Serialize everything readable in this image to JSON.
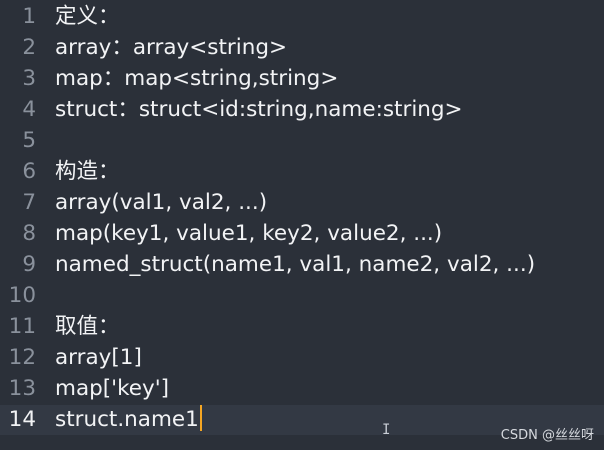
{
  "editor": {
    "lines": [
      {
        "num": "1",
        "text": "定义："
      },
      {
        "num": "2",
        "text": "array：array<string>"
      },
      {
        "num": "3",
        "text": "map：map<string,string>"
      },
      {
        "num": "4",
        "text": "struct：struct<id:string,name:string>"
      },
      {
        "num": "5",
        "text": ""
      },
      {
        "num": "6",
        "text": "构造："
      },
      {
        "num": "7",
        "text": "array(val1, val2, ...)"
      },
      {
        "num": "8",
        "text": "map(key1, value1, key2, value2, ...)"
      },
      {
        "num": "9",
        "text": "named_struct(name1, val1, name2, val2, ...)"
      },
      {
        "num": "10",
        "text": ""
      },
      {
        "num": "11",
        "text": "取值："
      },
      {
        "num": "12",
        "text": "array[1]"
      },
      {
        "num": "13",
        "text": "map['key']"
      },
      {
        "num": "14",
        "text": "struct.name1"
      }
    ],
    "current_line": "14",
    "caret_color": "#f5a623"
  },
  "mouse_cursor": {
    "icon": "text-ibeam-icon",
    "glyph": "I"
  },
  "watermark": "CSDN @丝丝呀"
}
